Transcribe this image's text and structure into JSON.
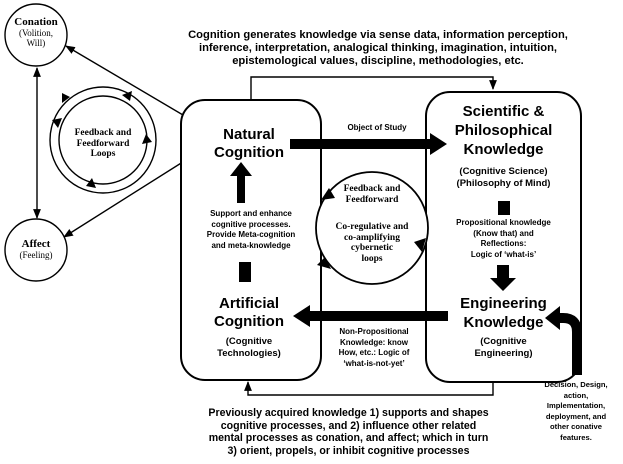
{
  "top_caption": [
    "Cognition generates knowledge via sense data, information perception,",
    "inference, interpretation, analogical thinking, imagination, intuition,",
    "epistemological values, discipline, methodologies, etc."
  ],
  "bottom_caption": [
    "Previously acquired knowledge 1) supports and shapes",
    "cognitive processes, and  2) influence other related",
    "mental processes as conation, and affect; which in turn",
    "3) orient, propels, or inhibit cognitive processes"
  ],
  "conation": {
    "title": "Conation",
    "sub": [
      "(Volition,",
      "Will)"
    ]
  },
  "affect": {
    "title": "Affect",
    "sub": "(Feeling)"
  },
  "left_loop_label": [
    "Feedback and",
    "Feedforward",
    "Loops"
  ],
  "natural_cognition": [
    "Natural",
    "Cognition"
  ],
  "artificial_cognition": [
    "Artificial",
    "Cognition"
  ],
  "cognitive_technologies": [
    "(Cognitive",
    "Technologies)"
  ],
  "support_text": [
    "Support and enhance",
    "cognitive processes.",
    "Provide Meta-cognition",
    "and meta-knowledge"
  ],
  "object_of_study": "Object of Study",
  "center_loop_title": [
    "Feedback and",
    "Feedforward"
  ],
  "center_loop_sub": [
    "Co-regulative and",
    "co-amplifying",
    "cybernetic",
    "loops"
  ],
  "non_propositional": [
    "Non-Propositional",
    "Knowledge: know",
    "How, etc.: Logic of",
    "‘what-is-not-yet’"
  ],
  "scientific_knowledge": [
    "Scientific &",
    "Philosophical",
    "Knowledge"
  ],
  "scientific_sub": [
    "(Cognitive Science)",
    "(Philosophy of Mind)"
  ],
  "propositional": [
    "Propositional knowledge",
    "(Know that) and",
    "Reflections:",
    "Logic of ‘what-is’"
  ],
  "engineering_knowledge": [
    "Engineering",
    "Knowledge"
  ],
  "engineering_sub": [
    "(Cognitive",
    "Engineering)"
  ],
  "decision_text": [
    "Decision, Design,",
    "action,",
    "Implementation,",
    "deployment, and",
    "other conative",
    "features."
  ]
}
